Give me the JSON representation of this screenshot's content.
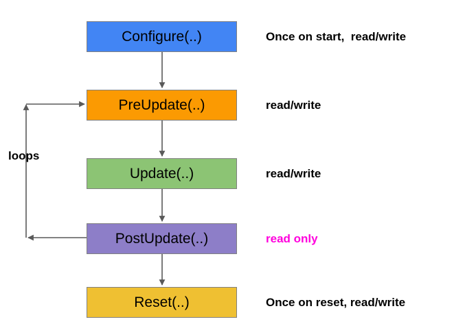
{
  "diagram": {
    "title_present": false,
    "background_color": "#ffffff",
    "border_color": "#808080",
    "connector_color": "#595959",
    "nodes": [
      {
        "id": "configure",
        "label": "Configure(..)",
        "color": "#4285f4"
      },
      {
        "id": "preupdate",
        "label": "PreUpdate(..)",
        "color": "#fb9a02"
      },
      {
        "id": "update",
        "label": "Update(..)",
        "color": "#8cc474"
      },
      {
        "id": "postupdate",
        "label": "PostUpdate(..)",
        "color": "#8d7ec8"
      },
      {
        "id": "reset",
        "label": "Reset(..)",
        "color": "#efc032"
      }
    ],
    "annotations": [
      {
        "for": "configure",
        "text": "Once on start,  read/write",
        "color": "#000000"
      },
      {
        "for": "preupdate",
        "text": "read/write",
        "color": "#000000"
      },
      {
        "for": "update",
        "text": "read/write",
        "color": "#000000"
      },
      {
        "for": "postupdate",
        "text": "read only",
        "color": "#ff00dd"
      },
      {
        "for": "reset",
        "text": "Once on reset, read/write",
        "color": "#000000"
      }
    ],
    "loop": {
      "label": "loops",
      "from": "postupdate",
      "to": "preupdate"
    }
  }
}
